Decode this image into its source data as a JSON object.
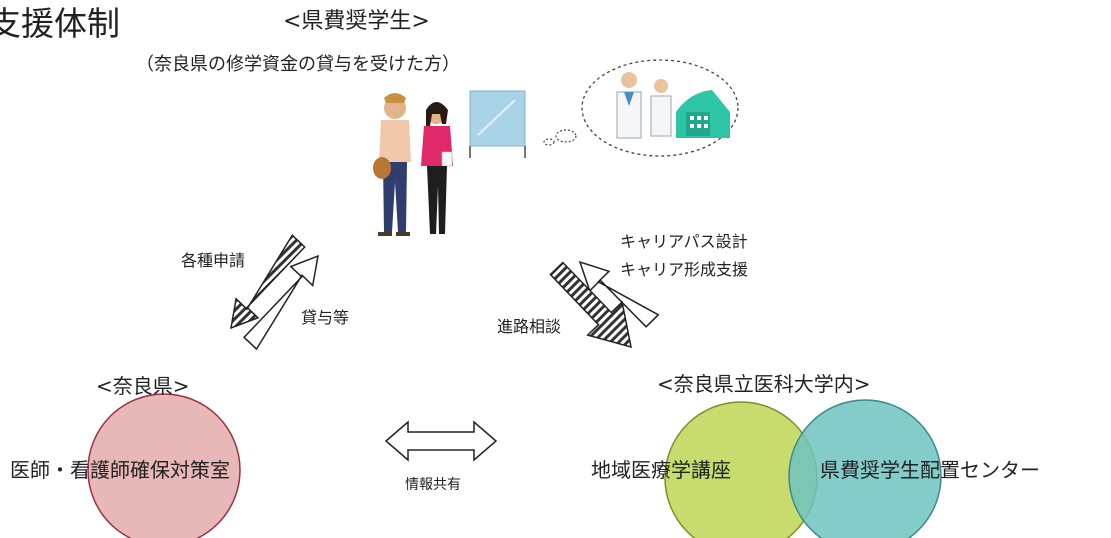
{
  "page": {
    "title": "支援体制"
  },
  "students": {
    "heading": "<県費奨学生>",
    "subheading": "（奈良県の修学資金の貸与を受けた方）",
    "thought_bubble_icons": [
      "doctor-icon",
      "nurse-icon",
      "hospital-icon"
    ]
  },
  "left_exchange": {
    "to_prefecture_label": "各種申請",
    "to_students_label": "貸与等"
  },
  "right_exchange": {
    "to_university_label": "進路相談",
    "to_students_lines": [
      "キャリアパス設計",
      "キャリア形成支援"
    ]
  },
  "prefecture": {
    "heading": "<奈良県>",
    "office": "医師・看護師確保対策室",
    "circle_color": "#e8b8b8"
  },
  "center": {
    "info_label": "情報共有"
  },
  "university": {
    "heading": "<奈良県立医科大学内>",
    "dept_left": "地域医療学講座",
    "dept_right": "県費奨学生配置センター",
    "circle_left_color": "#c8dc6e",
    "circle_right_color": "#6fc3c0"
  }
}
